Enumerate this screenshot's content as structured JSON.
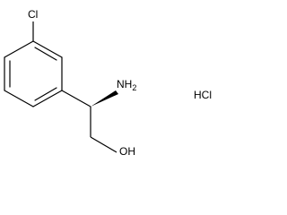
{
  "molecule": {
    "substituent_label": "Cl",
    "amine_label": "NH",
    "amine_subscript": "2",
    "hydroxyl_label": "OH",
    "salt_label": "HCl"
  },
  "colors": {
    "bond": "#000000",
    "text": "#000000",
    "background": "#ffffff"
  }
}
